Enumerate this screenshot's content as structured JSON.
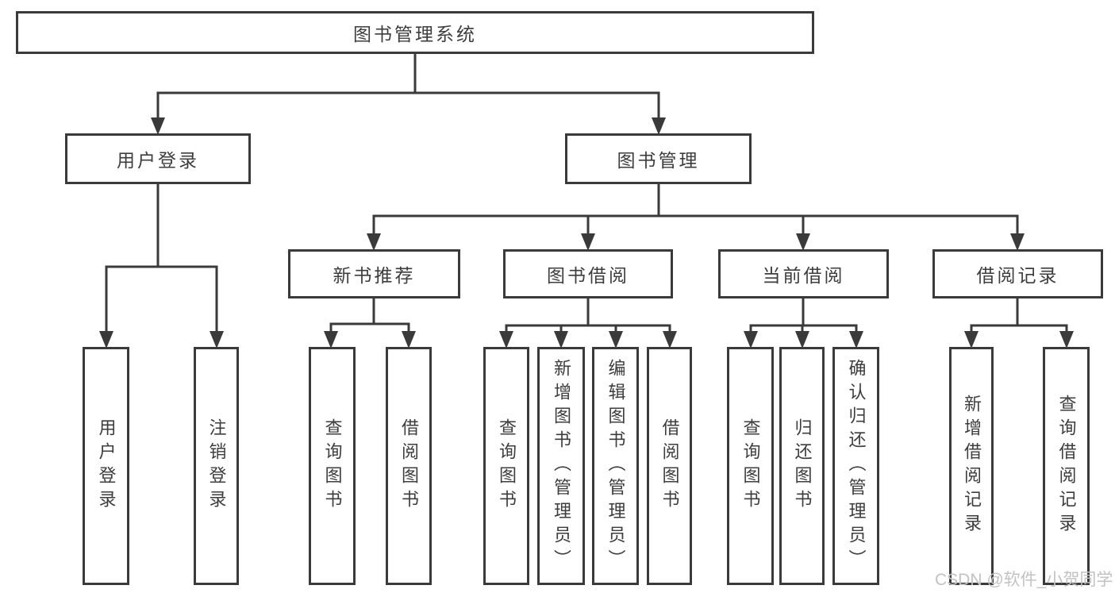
{
  "diagram": {
    "root": {
      "label": "图书管理系统"
    },
    "level2": [
      {
        "label": "用户登录"
      },
      {
        "label": "图书管理"
      }
    ],
    "level3": [
      {
        "label": "新书推荐"
      },
      {
        "label": "图书借阅"
      },
      {
        "label": "当前借阅"
      },
      {
        "label": "借阅记录"
      }
    ],
    "leaves": {
      "user_login": [
        "用户登录",
        "注销登录"
      ],
      "new_book_recommend": [
        "查询图书",
        "借阅图书"
      ],
      "book_borrow": [
        "查询图书",
        "新增图书（管理员）",
        "编辑图书（管理员）",
        "借阅图书"
      ],
      "current_borrow": [
        "查询图书",
        "归还图书",
        "确认归还（管理员）"
      ],
      "borrow_records": [
        "新增借阅记录",
        "查询借阅记录"
      ]
    }
  },
  "watermark": {
    "text": "CSDN @软件_小贺同学"
  },
  "colors": {
    "line": "#3a3a3a",
    "text": "#3d3d3d",
    "watermark": "#c2c2c2",
    "background": "#ffffff"
  }
}
